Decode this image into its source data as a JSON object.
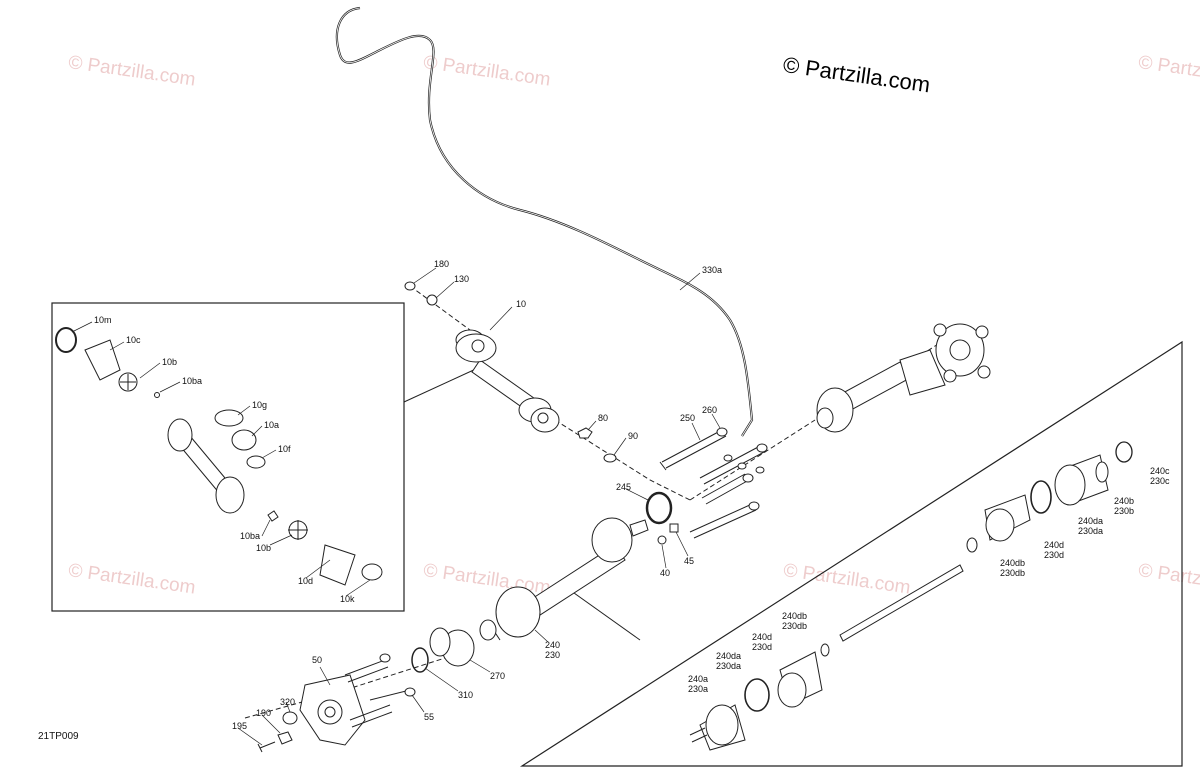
{
  "copyright": "© Partzilla.com",
  "watermark": "© Partzilla.com",
  "figure_id": "21TP009",
  "callouts": {
    "p10m": "10m",
    "p10c": "10c",
    "p10b_top": "10b",
    "p10ba_top": "10ba",
    "p10g": "10g",
    "p10a": "10a",
    "p10f": "10f",
    "p10ba_bot": "10ba",
    "p10b_bot": "10b",
    "p10d": "10d",
    "p10k": "10k",
    "p180": "180",
    "p130": "130",
    "p10": "10",
    "p330a": "330a",
    "p80": "80",
    "p90": "90",
    "p250": "250",
    "p260": "260",
    "p245": "245",
    "p40": "40",
    "p45": "45",
    "p240": "240",
    "p230": "230",
    "p270": "270",
    "p310": "310",
    "p50": "50",
    "p55": "55",
    "p320": "320",
    "p190": "190",
    "p195": "195",
    "p240c": "240c",
    "p230c": "230c",
    "p240b": "240b",
    "p230b": "230b",
    "p240da_r": "240da",
    "p230da_r": "230da",
    "p240d_r": "240d",
    "p230d_r": "230d",
    "p240db_r": "240db",
    "p230db_r": "230db",
    "p240db_l": "240db",
    "p230db_l": "230db",
    "p240d_l": "240d",
    "p230d_l": "230d",
    "p240da_l": "240da",
    "p230da_l": "230da",
    "p240a": "240a",
    "p230a": "230a"
  }
}
